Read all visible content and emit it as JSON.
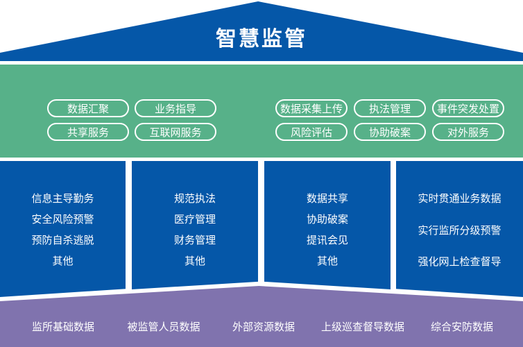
{
  "title": "智慧监管",
  "colors": {
    "structure_blue": "#0557a8",
    "band_green": "#57b189",
    "base_purple": "#8073ae",
    "text": "#ffffff"
  },
  "service_band": {
    "left_group": {
      "rows": [
        [
          "数据汇聚",
          "业务指导"
        ],
        [
          "共享服务",
          "互联网服务"
        ]
      ]
    },
    "right_group": {
      "rows": [
        [
          "数据采集上传",
          "执法管理",
          "事件突发处置"
        ],
        [
          "风险评估",
          "协助破案",
          "对外服务"
        ]
      ]
    }
  },
  "pillars": [
    {
      "items": [
        "信息主导勤务",
        "安全风险预警",
        "预防自杀逃脱",
        "其他"
      ]
    },
    {
      "items": [
        "规范执法",
        "医疗管理",
        "财务管理",
        "其他"
      ]
    },
    {
      "items": [
        "数据共享",
        "协助破案",
        "提讯会见",
        "其他"
      ]
    },
    {
      "items": [
        "实时贯通业务数据",
        "实行监所分级预警",
        "强化网上检查督导"
      ]
    }
  ],
  "base": {
    "items": [
      "监所基础数据",
      "被监管人员数据",
      "外部资源数据",
      "上级巡查督导数据",
      "综合安防数据"
    ]
  }
}
